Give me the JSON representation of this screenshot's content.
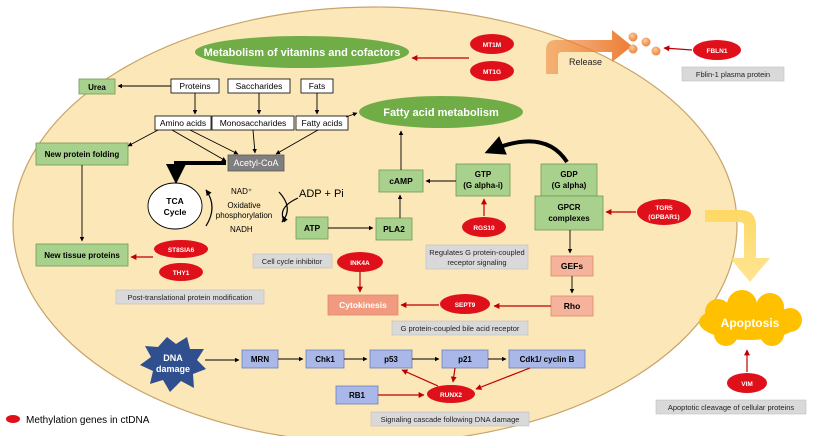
{
  "colors": {
    "cell_fill": "#fbe7b8",
    "cell_stroke": "#c8a46a",
    "green_box": "#a9d18e",
    "green_stroke": "#6f9a50",
    "green_oval": "#70ad47",
    "red_gene": "#e0101a",
    "salmon_box": "#f4b39a",
    "salmon_dark": "#f19a80",
    "blue_box": "#a9b8e8",
    "blue_star": "#2f4f8f",
    "caption_fill": "#d9d9d9",
    "orange_arrow": "#ed7d31",
    "apoptosis_fill": "#ffc000",
    "dark_red_arrow": "#c00000",
    "acetyl_fill": "#7f7f7f"
  },
  "nodes": {
    "vitamins_oval": "Metabolism of vitamins and cofactors",
    "fatty_acid_oval": "Fatty acid metabolism",
    "proteins": "Proteins",
    "saccharides": "Saccharides",
    "fats": "Fats",
    "urea": "Urea",
    "amino_acids": "Amino acids",
    "monosaccharides": "Monosaccharides",
    "fatty_acids": "Fatty acids",
    "acetyl_coa": "Acetyl-CoA",
    "new_protein_folding": "New protein folding",
    "new_tissue_proteins": "New tissue proteins",
    "tca_line1": "TCA",
    "tca_line2": "Cycle",
    "nad_plus": "NAD⁺",
    "oxidative_line1": "Oxidative",
    "oxidative_line2": "phosphorylation",
    "nadh": "NADH",
    "adp_pi": "ADP + Pi",
    "atp": "ATP",
    "pla2": "PLA2",
    "camp": "cAMP",
    "gtp_line1": "GTP",
    "gtp_line2": "(G alpha-i)",
    "gdp_line1": "GDP",
    "gdp_line2": "(G alpha)",
    "gpcr_line1": "GPCR",
    "gpcr_line2": "complexes",
    "gefs": "GEFs",
    "rho": "Rho",
    "cytokinesis": "Cytokinesis",
    "dna_line1": "DNA",
    "dna_line2": "damage",
    "mrn": "MRN",
    "chk1": "Chk1",
    "p53": "p53",
    "p21": "p21",
    "cdk1": "Cdk1/ cyclin B",
    "rb1": "RB1",
    "release": "Release",
    "apoptosis": "Apoptosis"
  },
  "genes": {
    "mt1m": "MT1M",
    "mt1g": "MT1G",
    "fbln1": "FBLN1",
    "st8sia6": "ST8SIA6",
    "thy1": "THY1",
    "ink4a": "INK4A",
    "rgs10": "RGS10",
    "tgr5_line1": "TGR5",
    "tgr5_line2": "(GPBAR1)",
    "sept9": "SEPT9",
    "runx2": "RUNX2",
    "vim": "VIM"
  },
  "captions": {
    "fbln1": "Fblin-1 plasma protein",
    "ptm": "Post-translational protein modification",
    "cell_cycle": "Cell cycle inhibitor",
    "gpcr_line1": "Regulates G protein-coupled",
    "gpcr_line2": "receptor signaling",
    "bile_acid": "G protein-coupled bile acid receptor",
    "dna_cascade": "Signaling cascade following DNA damage",
    "apoptotic": "Apoptotic cleavage of cellular proteins"
  },
  "legend": {
    "label": "Methylation genes in ctDNA"
  }
}
